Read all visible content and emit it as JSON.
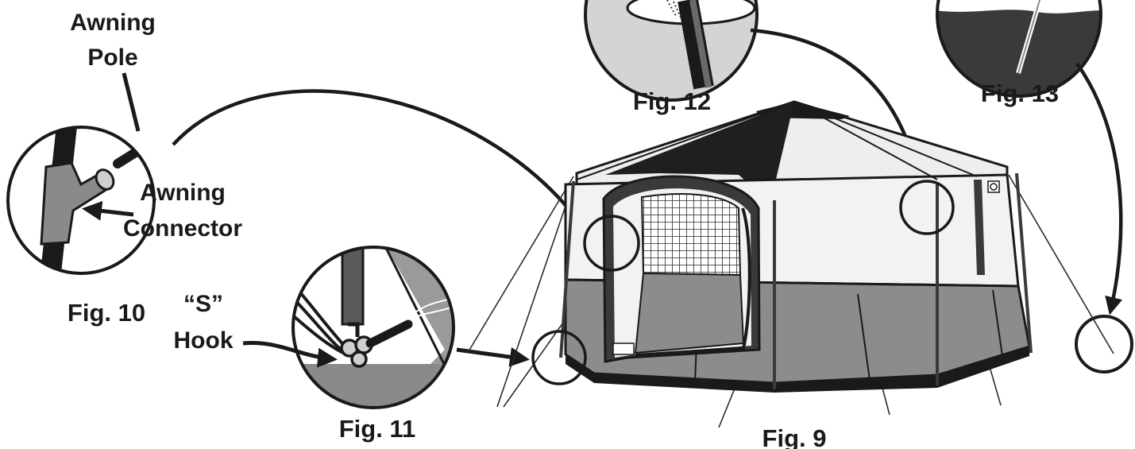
{
  "labels": {
    "awning_pole_line1": "Awning",
    "awning_pole_line2": "Pole",
    "awning_connector_line1": "Awning",
    "awning_connector_line2": "Connector",
    "s_hook_line1": "“S”",
    "s_hook_line2": "Hook"
  },
  "figures": {
    "fig9": "Fig. 9",
    "fig10": "Fig. 10",
    "fig11": "Fig. 11",
    "fig12": "Fig. 12",
    "fig13": "Fig. 13"
  },
  "colors": {
    "ink": "#1a1a1a",
    "dark_gray": "#3a3a3a",
    "mid_gray": "#8a8a8a",
    "light_gray": "#e6e6e6",
    "paper": "#ffffff"
  }
}
